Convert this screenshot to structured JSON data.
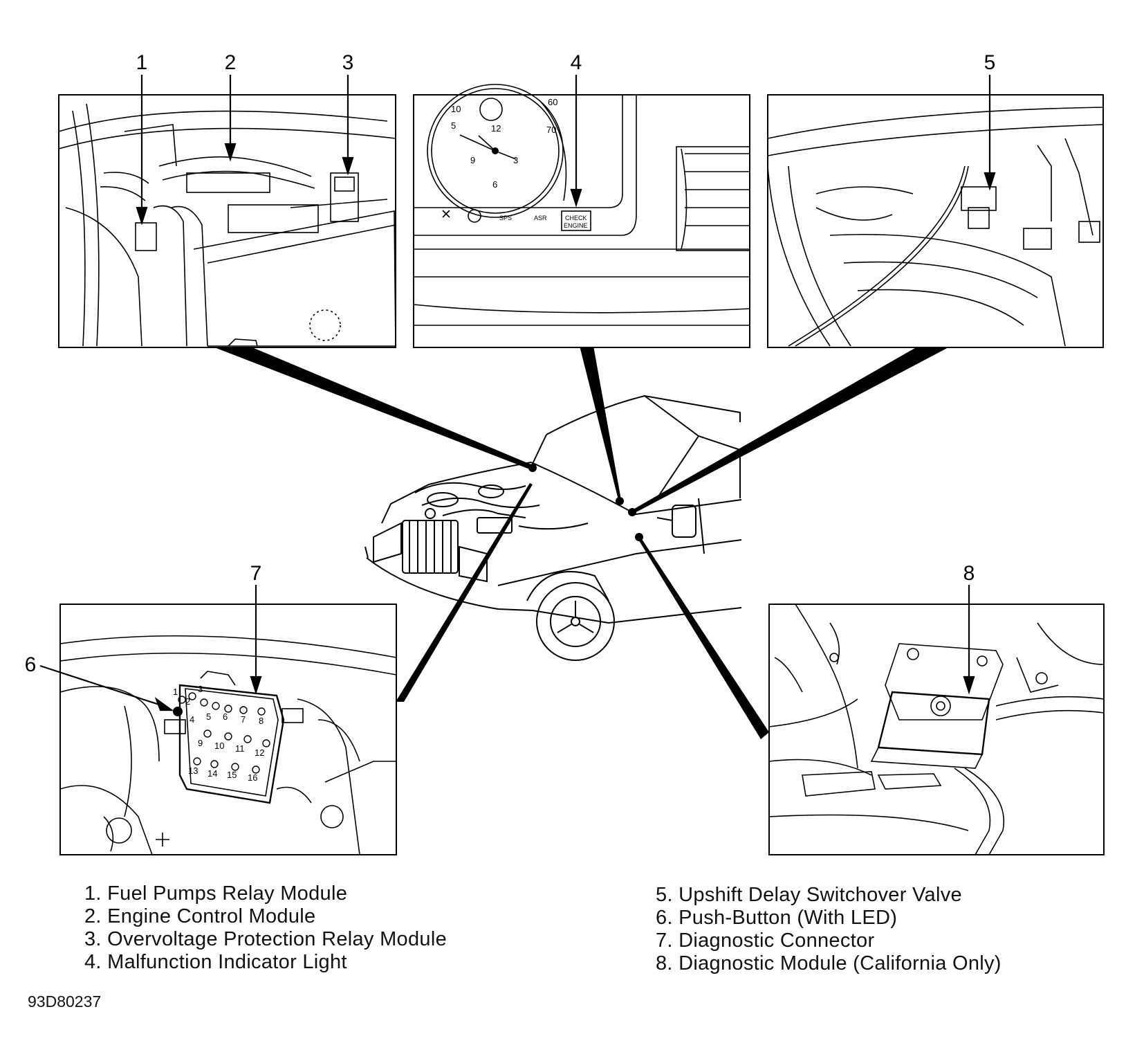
{
  "callouts": [
    "1",
    "2",
    "3",
    "4",
    "5",
    "6",
    "7",
    "8"
  ],
  "legend": {
    "left": [
      "1. Fuel Pumps Relay Module",
      "2. Engine Control Module",
      "3. Overvoltage Protection Relay Module",
      "4. Malfunction Indicator Light"
    ],
    "right": [
      "5. Upshift Delay Switchover Valve",
      "6. Push-Button (With LED)",
      "7. Diagnostic Connector",
      "8. Diagnostic Module (California Only)"
    ]
  },
  "dash_labels": {
    "check_line1": "CHECK",
    "check_line2": "ENGINE",
    "sps": "SPS",
    "asr": "ASR",
    "clock_12": "12",
    "clock_3": "3",
    "clock_6": "6",
    "clock_9": "9",
    "tach_5": "5",
    "tach_10": "10",
    "speed_60": "60",
    "speed_70": "70"
  },
  "connector_pins": [
    "1",
    "2",
    "3",
    "4",
    "5",
    "6",
    "7",
    "8",
    "9",
    "10",
    "11",
    "12",
    "13",
    "14",
    "15",
    "16"
  ],
  "figure_id": "93D80237"
}
